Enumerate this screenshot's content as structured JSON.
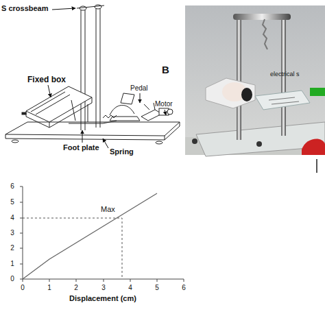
{
  "diagram": {
    "labels": [
      "S crossbeam",
      "Fixed box",
      "Pedal",
      "Motor",
      "Foot plate",
      "Spring",
      "B",
      "electrical s",
      "Max",
      "Displacement (cm)",
      "0",
      "1",
      "2",
      "3",
      "4",
      "5",
      "6",
      "0",
      "1",
      "2",
      "3",
      "4",
      "5",
      "6"
    ]
  }
}
